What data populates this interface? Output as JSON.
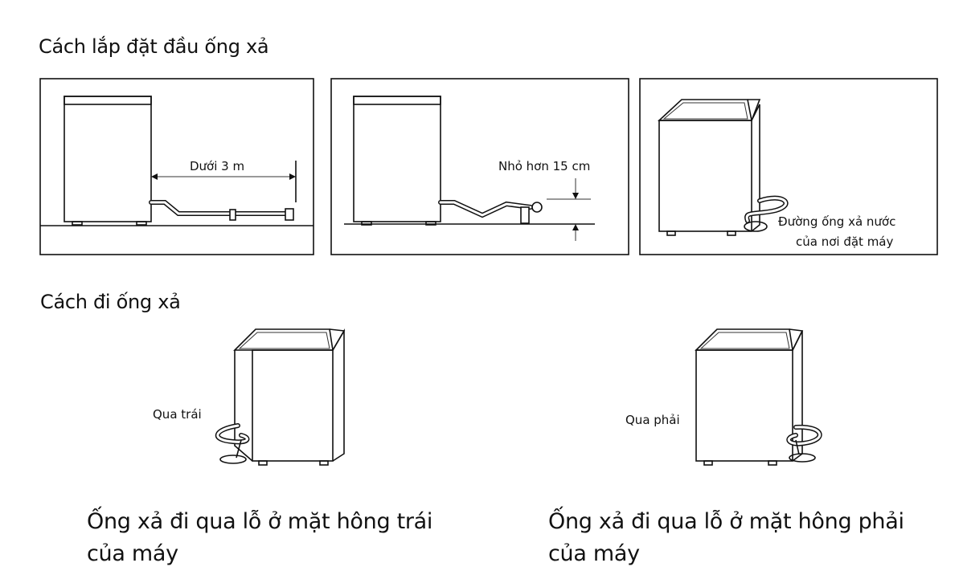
{
  "section1": {
    "title": "Cách lắp đặt đầu ống xả"
  },
  "panels": [
    {
      "label": "Dưới 3 m"
    },
    {
      "label": "Nhỏ hơn 15 cm"
    },
    {
      "label_line1": "Đường ống xả nước",
      "label_line2": "của nơi đặt máy"
    }
  ],
  "section2": {
    "title": "Cách đi ống xả"
  },
  "left": {
    "callout": "Qua trái",
    "caption_line1": "Ống xả đi qua lỗ ở mặt hông trái",
    "caption_line2": "của máy"
  },
  "right": {
    "callout": "Qua phải",
    "caption_line1": "Ống xả đi qua lỗ ở mặt hông phải",
    "caption_line2": "của máy"
  }
}
